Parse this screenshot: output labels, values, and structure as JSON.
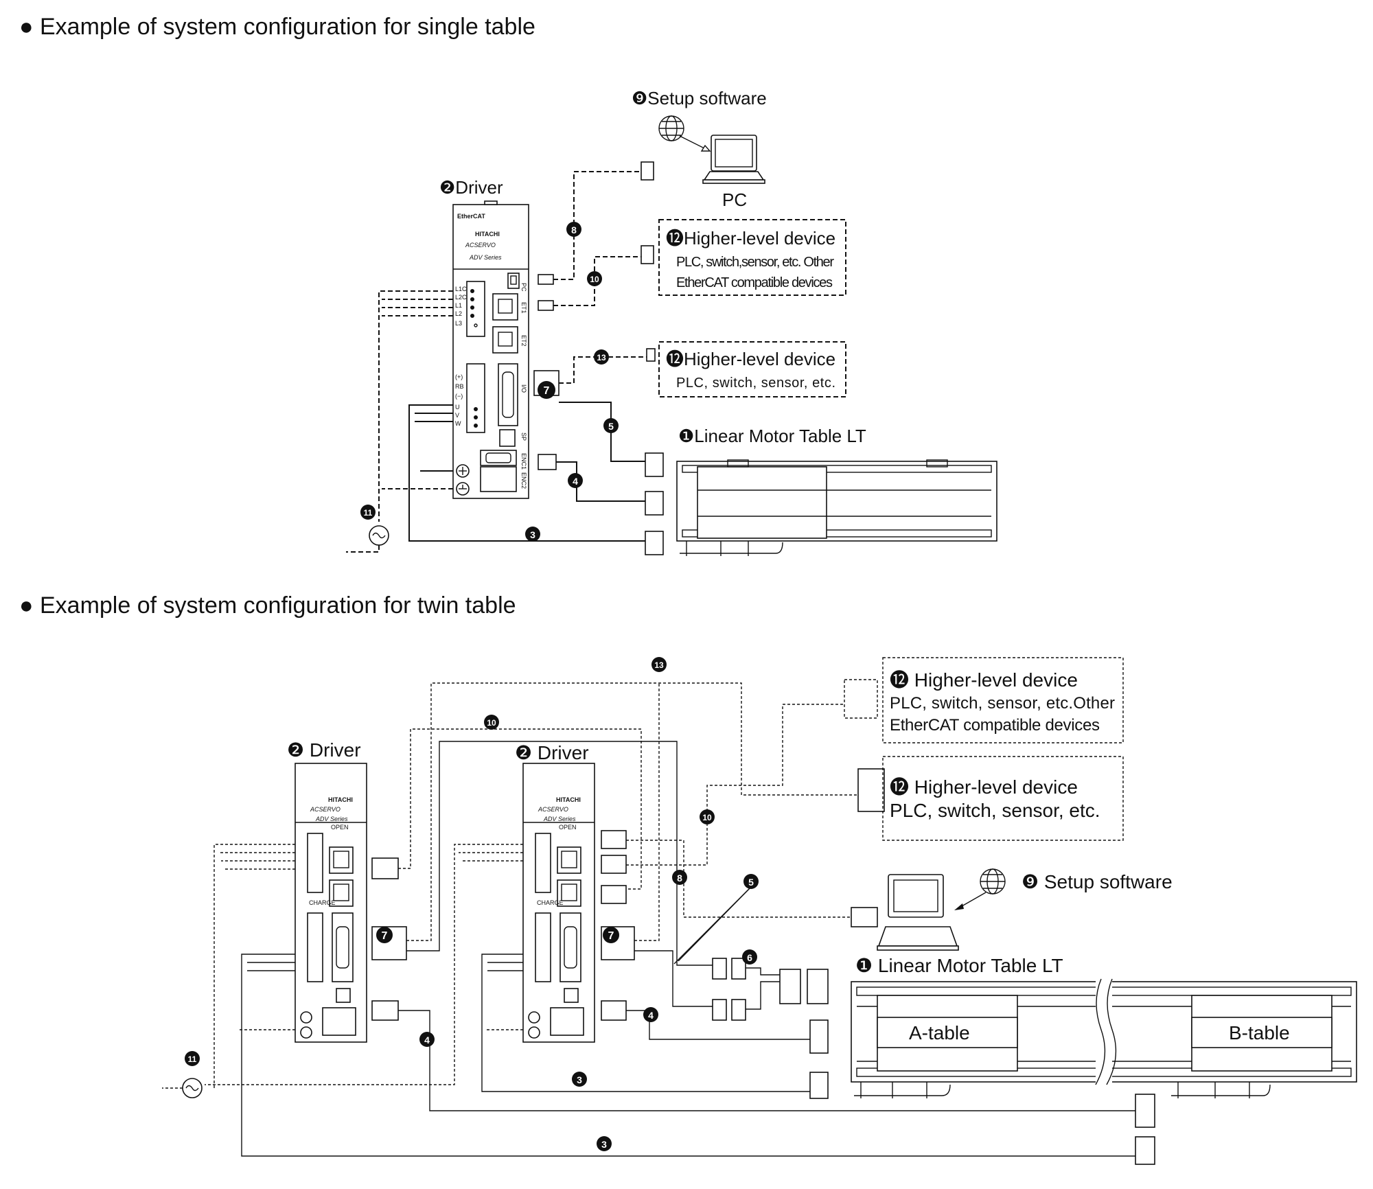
{
  "sections": {
    "single": {
      "heading": "● Example of system configuration for single table"
    },
    "twin": {
      "heading": "● Example of system configuration for twin table"
    }
  },
  "single": {
    "setup_software": "❾Setup software",
    "pc": "PC",
    "driver": "❷Driver",
    "driver_brand": "HITACHI",
    "driver_sub": "ACSERVO",
    "driver_series": "ADV Series",
    "driver_ethercat": "EtherCAT",
    "port_pc": "PC",
    "port_et1": "ET1",
    "port_et2": "ET2",
    "port_io": "I/O",
    "port_sp": "SP",
    "port_enc1": "ENC1",
    "port_enc2": "ENC2",
    "terminals_top": [
      "L1C",
      "L2C",
      "L1",
      "L2",
      "L3"
    ],
    "terminals_bottom": [
      "(+)",
      "RB",
      "(−)",
      "U",
      "V",
      "W"
    ],
    "higher_level_1": {
      "title": "⓬Higher-level device",
      "line1": "PLC, switch,sensor, etc. Other",
      "line2": "EtherCAT compatible devices"
    },
    "higher_level_2": {
      "title": "⓬Higher-level device",
      "line1": "PLC, switch, sensor, etc."
    },
    "linear_table": "❶Linear Motor Table LT",
    "badges": [
      "8",
      "10",
      "13",
      "7",
      "5",
      "4",
      "3",
      "11"
    ]
  },
  "twin": {
    "driver_a": "❷ Driver",
    "driver_b": "❷ Driver",
    "driver_brand": "HITACHI",
    "driver_sub": "ACSERVO",
    "driver_series": "ADV Series",
    "driver_open": "OPEN",
    "driver_charge": "CHARGE",
    "higher_level_1": {
      "title": "⓬ Higher-level device",
      "line1": "PLC, switch, sensor, etc.Other",
      "line2": "EtherCAT compatible devices"
    },
    "higher_level_2": {
      "title": "⓬ Higher-level device",
      "line1": "PLC, switch, sensor, etc."
    },
    "setup_software": "❾ Setup software",
    "linear_table": "❶ Linear Motor Table LT",
    "a_table": "A-table",
    "b_table": "B-table",
    "badges": [
      "13",
      "10",
      "10",
      "8",
      "5",
      "6",
      "7",
      "7",
      "4",
      "4",
      "3",
      "3",
      "11"
    ]
  },
  "colors": {
    "line": "#111111",
    "background": "#ffffff",
    "badge": "#111111"
  }
}
